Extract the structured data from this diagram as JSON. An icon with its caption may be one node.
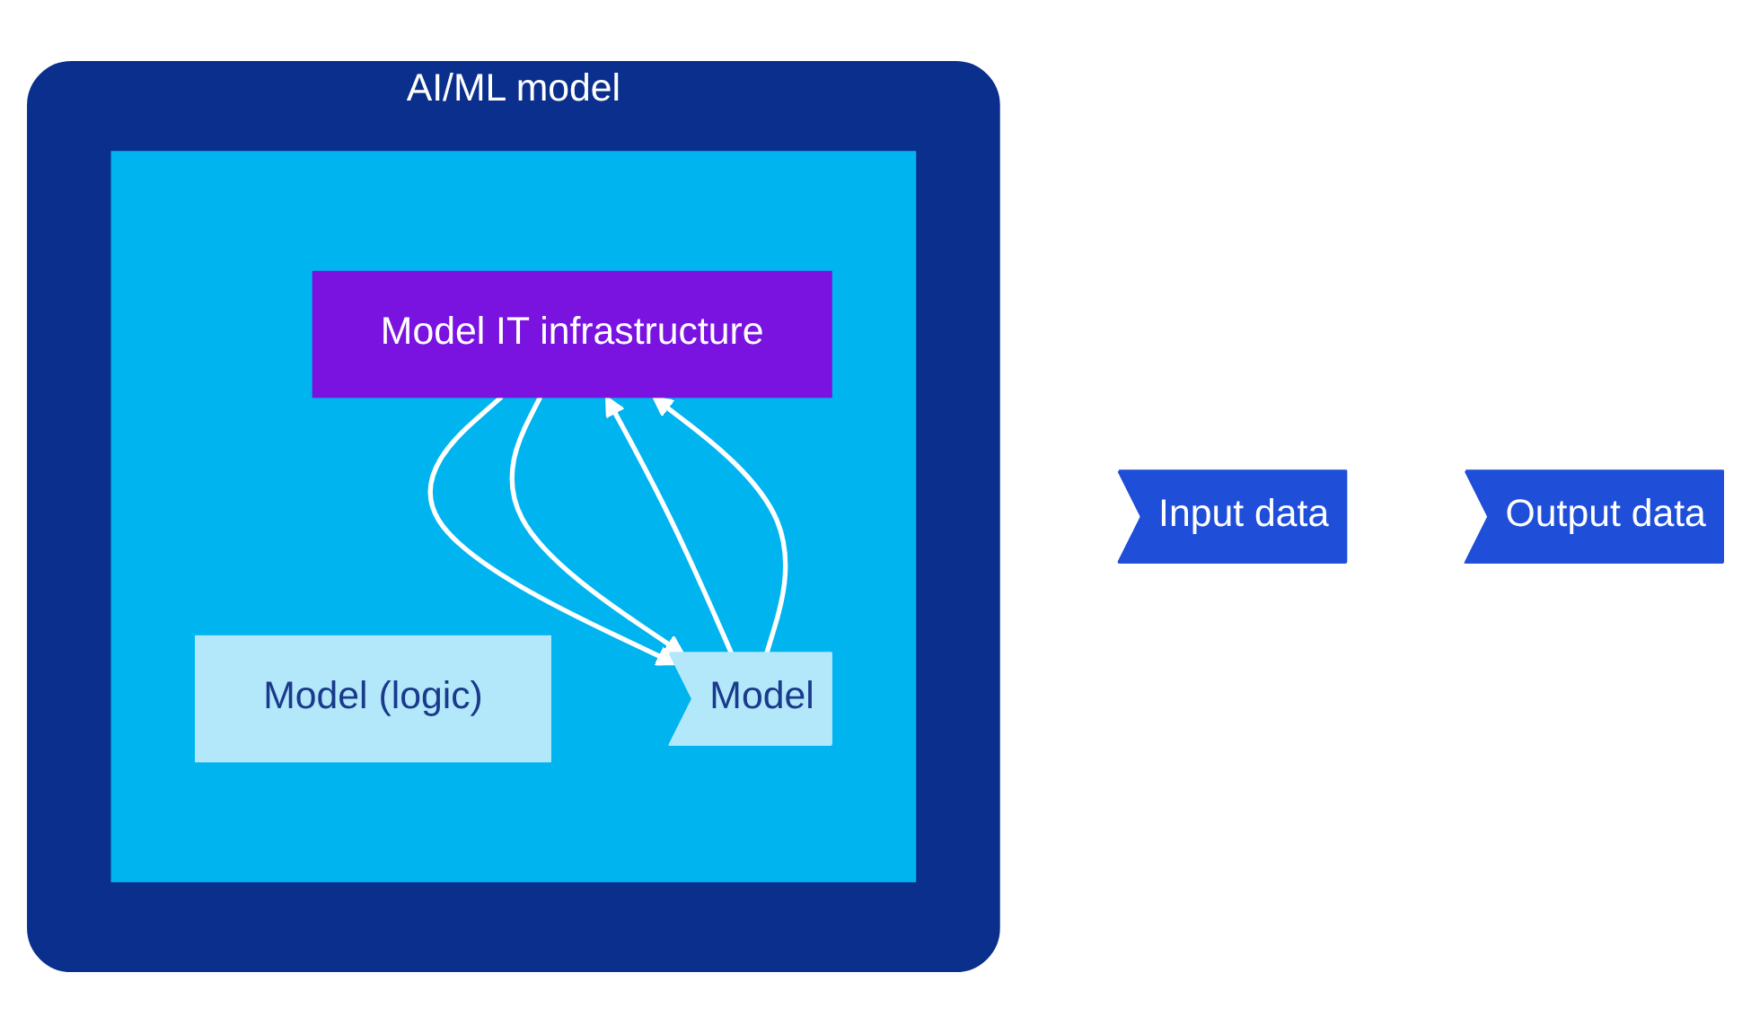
{
  "diagram": {
    "nodes": [
      {
        "text": [
          "AI/ML model"
        ]
      },
      {
        "text": [],
        "shape": "box",
        "in": 0
      },
      {
        "text": [
          "Model (logic)"
        ],
        "in": 1
      },
      {
        "text": [
          "Input data"
        ]
      },
      {
        "text": [
          "Model"
        ],
        "in": 1
      },
      {
        "text": [
          "Output data"
        ]
      },
      {
        "text": [
          "Model IT infrastructure"
        ],
        "in": 1
      }
    ],
    "edges": [
      {
        "from": 6,
        "to": 4,
        "arrow": "to"
      },
      {
        "from": 4,
        "to": 6,
        "arrow": "to"
      },
      {
        "from": 6,
        "to": 4,
        "arrow": "to"
      },
      {
        "from": 4,
        "to": 6,
        "arrow": "to"
      }
    ]
  }
}
